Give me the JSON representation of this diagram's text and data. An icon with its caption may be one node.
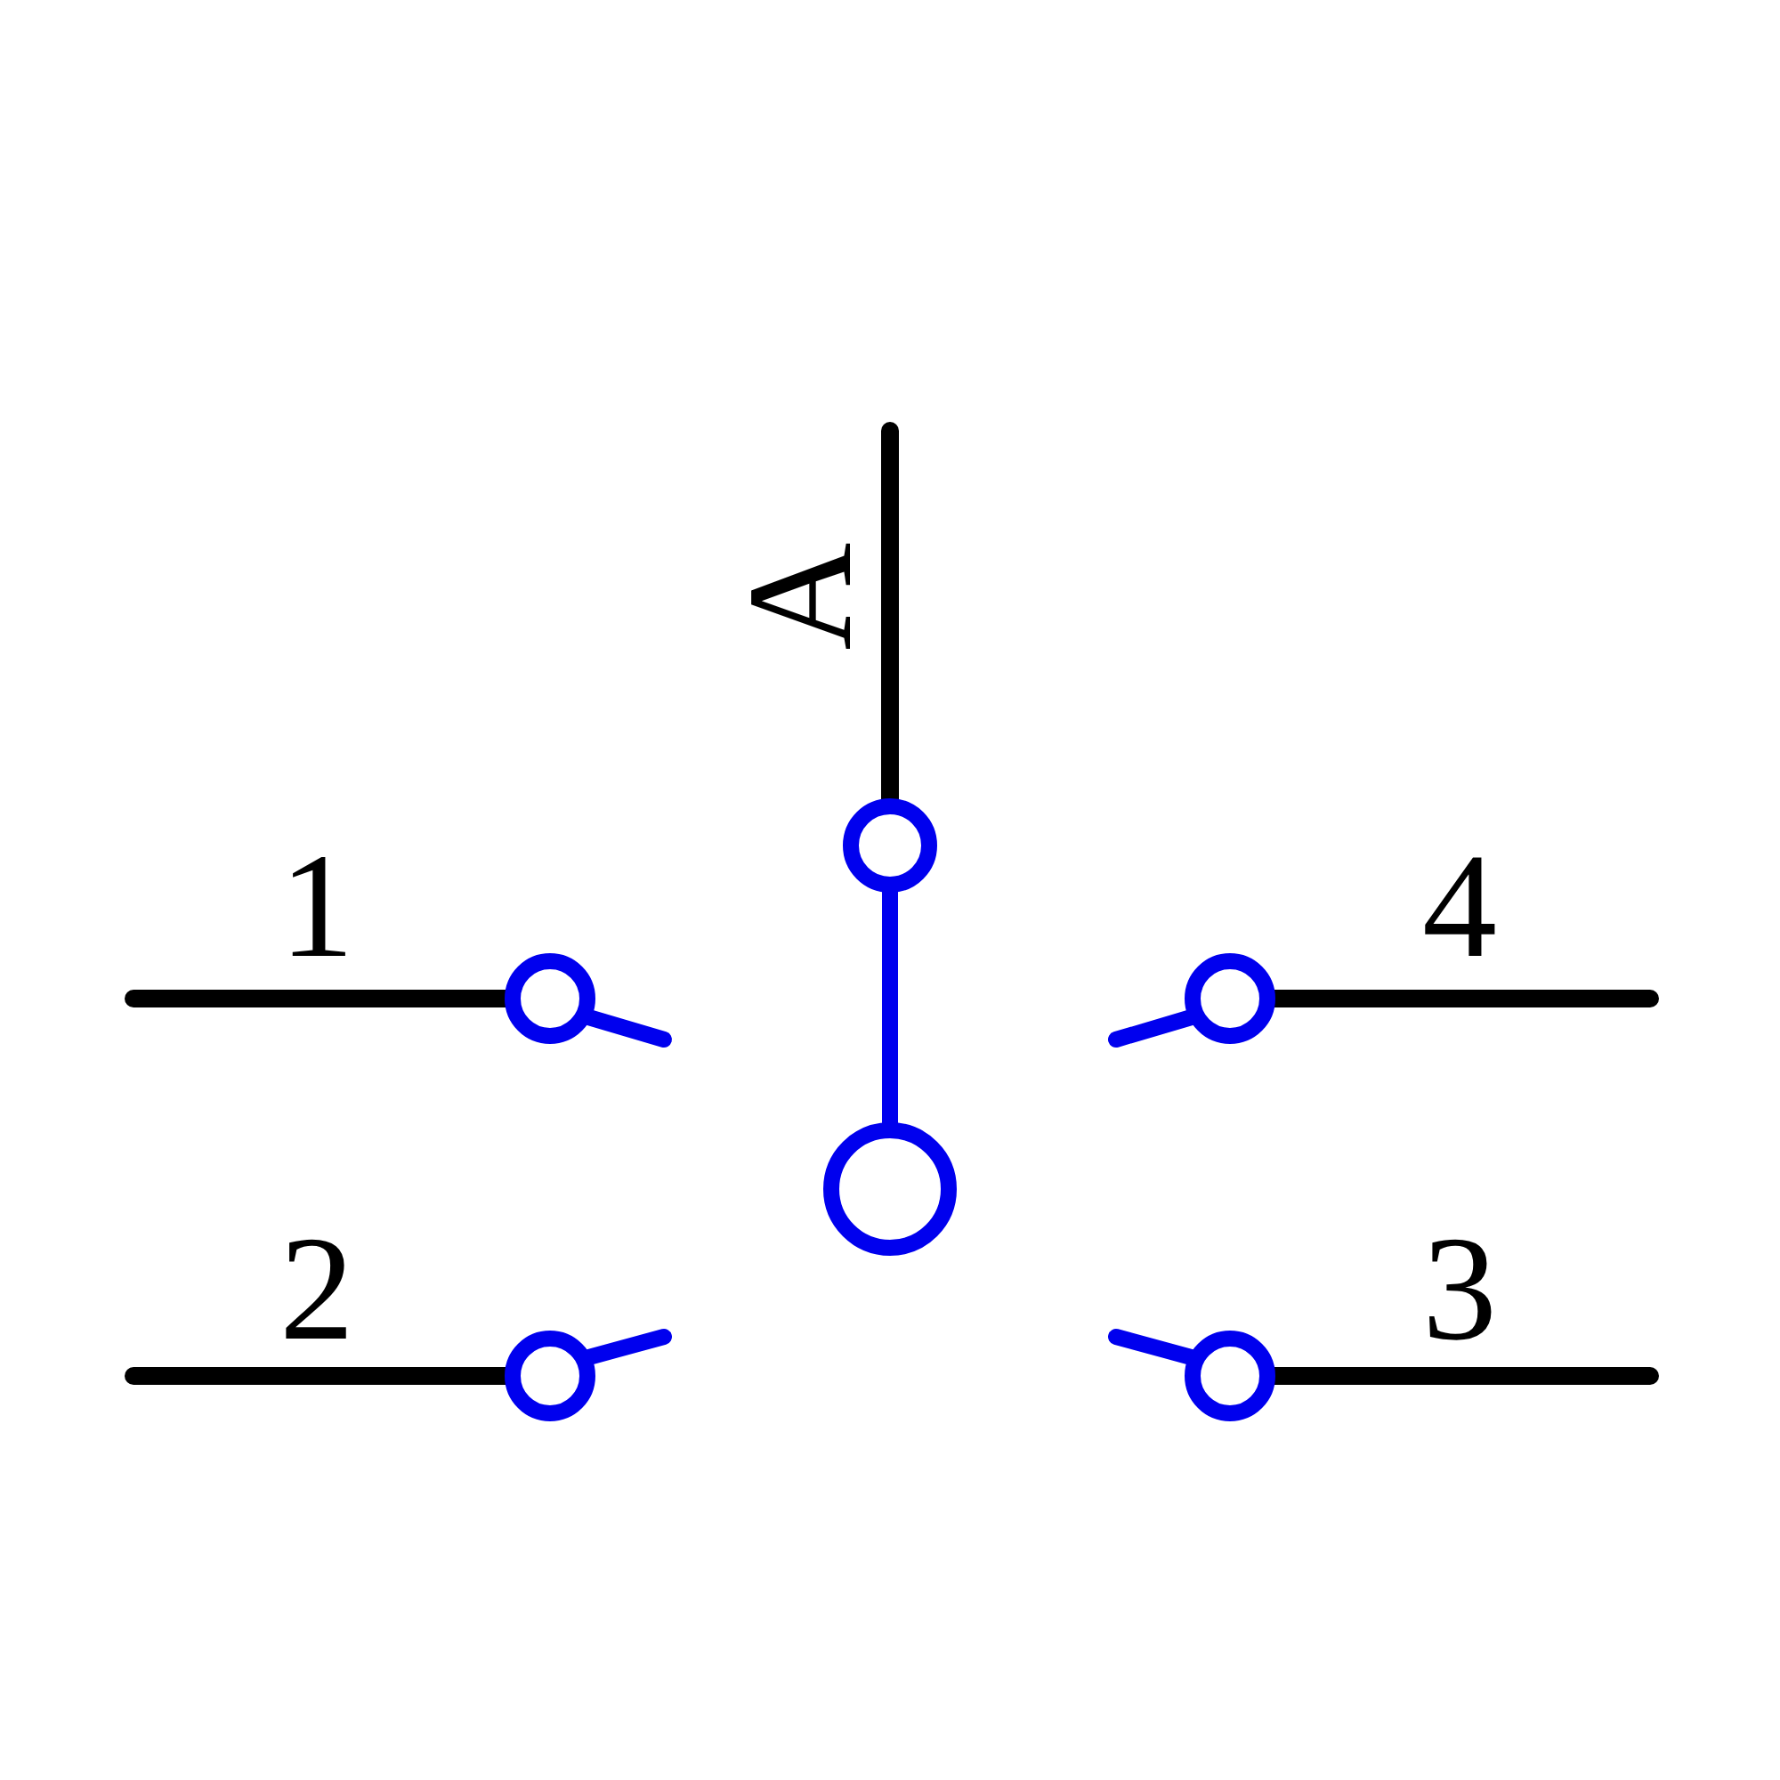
{
  "diagram": {
    "labels": [
      "A",
      "1",
      "4",
      "2",
      "3"
    ]
  }
}
